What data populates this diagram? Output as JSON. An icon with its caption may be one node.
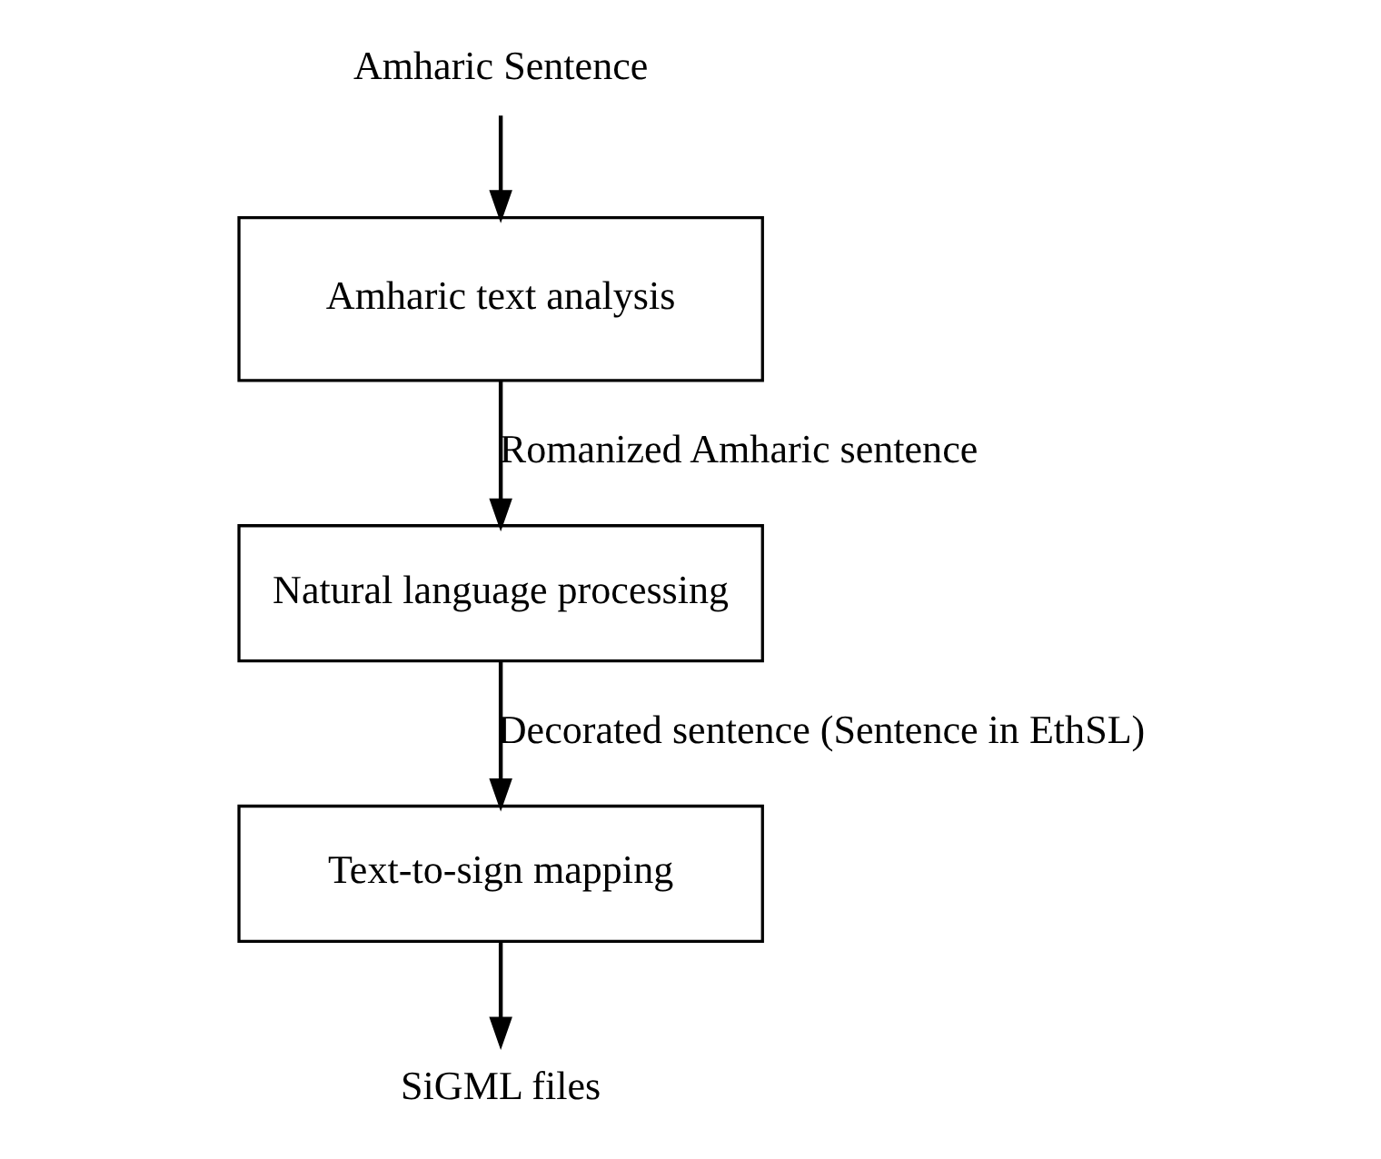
{
  "diagram": {
    "nodes": [
      {
        "text": [
          "Amharic Sentence"
        ]
      },
      {
        "text": [
          "Amharic text analysis"
        ]
      },
      {
        "text": [
          "Natural language processing"
        ]
      },
      {
        "text": [
          "Text-to-sign mapping"
        ]
      },
      {
        "text": [
          "SiGML files"
        ]
      }
    ],
    "edges": [
      {
        "from": 0,
        "to": 1,
        "arrow": "to"
      },
      {
        "from": 1,
        "to": 2,
        "arrow": "to",
        "label": "Romanized Amharic sentence"
      },
      {
        "from": 2,
        "to": 3,
        "arrow": "to",
        "label": "Decorated sentence (Sentence in EthSL)"
      },
      {
        "from": 3,
        "to": 4,
        "arrow": "to"
      }
    ]
  }
}
